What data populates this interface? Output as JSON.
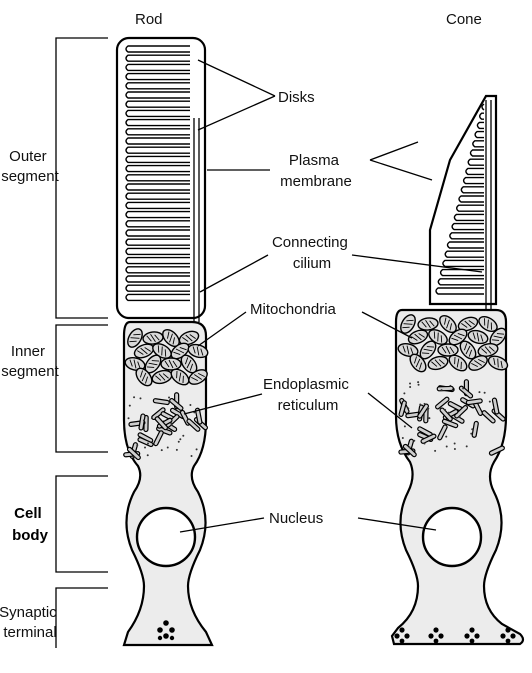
{
  "diagram": {
    "cells": {
      "rod": "Rod",
      "cone": "Cone"
    },
    "regions": {
      "outer_segment": [
        "Outer",
        "segment"
      ],
      "inner_segment": [
        "Inner",
        "segment"
      ],
      "cell_body": [
        "Cell",
        "body"
      ],
      "synaptic_terminal": [
        "Synaptic",
        "terminal"
      ]
    },
    "structures": {
      "disks": [
        "Disks"
      ],
      "plasma_membrane": [
        "Plasma",
        "membrane"
      ],
      "connecting_cilium": [
        "Connecting",
        "cilium"
      ],
      "mitochondria": [
        "Mitochondria"
      ],
      "endoplasmic_reticulum": [
        "Endoplasmic",
        "reticulum"
      ],
      "nucleus": [
        "Nucleus"
      ]
    }
  }
}
